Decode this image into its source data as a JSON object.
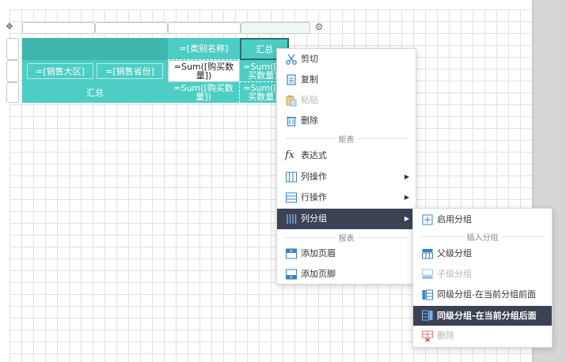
{
  "grid": {
    "row_group_province": "=[销售省份]",
    "row_group_region": "=[销售大区]",
    "col_group_category": "=[类别名称]",
    "col_total_header": "汇总",
    "cell_sum_1": "=Sum([购买数量])",
    "cell_sum_2": "=Sum([购买数量])",
    "cell_sum_3": "=Sum([购买数量])",
    "cell_sum_4": "=Sum([购买数量])",
    "row_total": "汇总"
  },
  "context_menu": {
    "cut": "剪切",
    "copy": "复制",
    "paste": "粘贴",
    "delete": "删除",
    "section_matrix": "矩表",
    "expression": "表达式",
    "column_ops": "列操作",
    "row_ops": "行操作",
    "column_group": "列分组",
    "section_report": "报表",
    "add_header": "添加页眉",
    "add_footer": "添加页脚"
  },
  "submenu": {
    "enable_group": "启用分组",
    "section_insert": "插入分组",
    "parent_group": "父级分组",
    "child_group": "子级分组",
    "sibling_before": "同级分组-在当前分组前面",
    "sibling_after": "同级分组-在当前分组后面",
    "delete": "删除"
  },
  "colors": {
    "teal": "#4ecdc4",
    "menu_active": "#3a4254"
  },
  "icons": [
    "move-icon",
    "gear-icon",
    "scissors-icon",
    "copy-icon",
    "paste-icon",
    "trash-icon",
    "fx-icon",
    "columns-icon",
    "rows-icon",
    "column-group-icon",
    "page-header-icon",
    "page-footer-icon",
    "plus-square-icon",
    "parent-group-icon",
    "child-group-icon",
    "sibling-before-icon",
    "sibling-after-icon",
    "delete-group-icon"
  ]
}
